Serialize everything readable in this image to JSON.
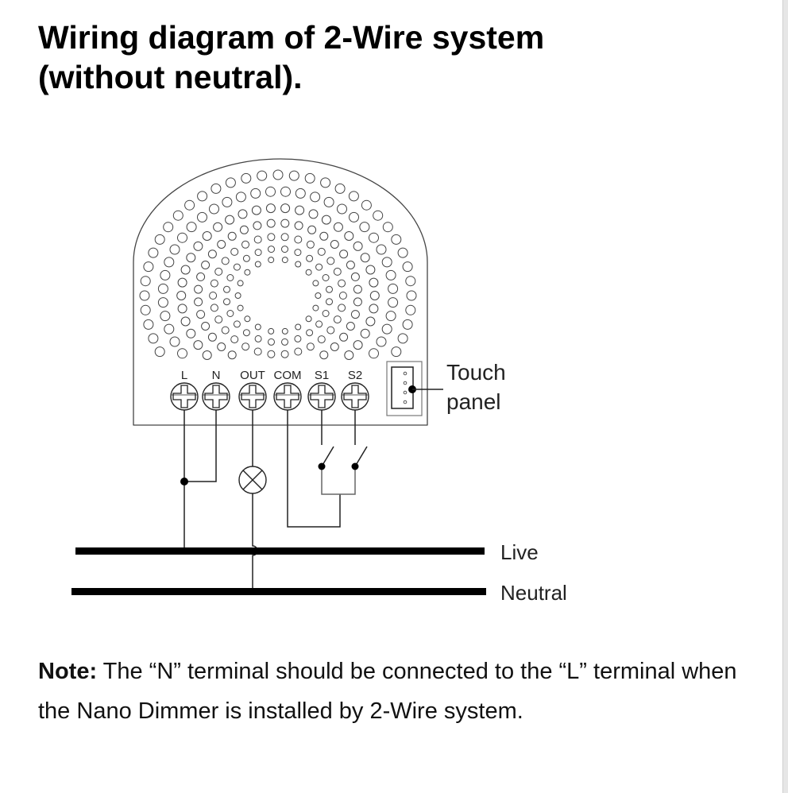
{
  "title_line1": "Wiring diagram of 2-Wire system",
  "title_line2": "(without neutral).",
  "diagram": {
    "terminals": [
      "L",
      "N",
      "OUT",
      "COM",
      "S1",
      "S2"
    ],
    "touch_panel_line1": "Touch",
    "touch_panel_line2": "panel",
    "live_label": "Live",
    "neutral_label": "Neutral"
  },
  "note": {
    "label": "Note:",
    "text": " The “N” terminal should be connected to the “L” terminal when the Nano Dimmer is installed by 2-Wire system."
  }
}
